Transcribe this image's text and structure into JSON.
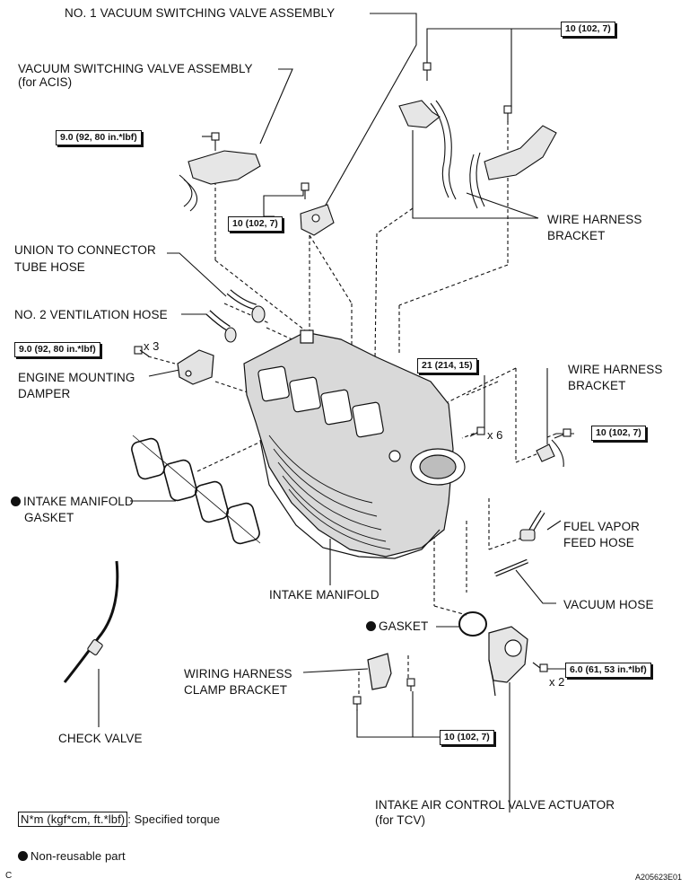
{
  "labels": {
    "vsv1": "NO. 1 VACUUM SWITCHING VALVE ASSEMBLY",
    "vsv_acis_1": "VACUUM SWITCHING VALVE ASSEMBLY",
    "vsv_acis_2": "(for ACIS)",
    "wire_bracket_top_1": "WIRE HARNESS",
    "wire_bracket_top_2": "BRACKET",
    "union_hose_1": "UNION TO CONNECTOR",
    "union_hose_2": "TUBE HOSE",
    "vent_hose": "NO. 2 VENTILATION HOSE",
    "engine_damper_1": "ENGINE MOUNTING",
    "engine_damper_2": "DAMPER",
    "wire_bracket_right_1": "WIRE HARNESS",
    "wire_bracket_right_2": "BRACKET",
    "im_gasket_1": "INTAKE MANIFOLD",
    "im_gasket_2": "GASKET",
    "fuel_vapor_1": "FUEL VAPOR",
    "fuel_vapor_2": "FEED HOSE",
    "intake_manifold": "INTAKE MANIFOLD",
    "vacuum_hose": "VACUUM HOSE",
    "gasket": "GASKET",
    "wiring_clamp_1": "WIRING HARNESS",
    "wiring_clamp_2": "CLAMP BRACKET",
    "check_valve": "CHECK VALVE",
    "actuator_1": "INTAKE AIR CONTROL VALVE ACTUATOR",
    "actuator_2": "(for TCV)"
  },
  "torques": {
    "t_top_right": "10 (102, 7)",
    "t_vsv_acis": "9.0 (92, 80 in.*lbf)",
    "t_vsv1": "10 (102, 7)",
    "t_damper": "9.0 (92, 80 in.*lbf)",
    "t_manifold": "21 (214, 15)",
    "t_bracket_right": "10 (102, 7)",
    "t_actuator": "6.0 (61, 53 in.*lbf)",
    "t_clamp": "10 (102, 7)"
  },
  "quantities": {
    "damper_bolts": "x 3",
    "manifold_bolts": "x 6",
    "actuator_bolts": "x 2"
  },
  "legend": {
    "torque_unit": "N*m (kgf*cm, ft.*lbf)",
    "torque_desc": ": Specified torque",
    "nonreusable": "Non-reusable part"
  },
  "footer": {
    "corner_left": "C",
    "figure_id": "A205623E01"
  }
}
